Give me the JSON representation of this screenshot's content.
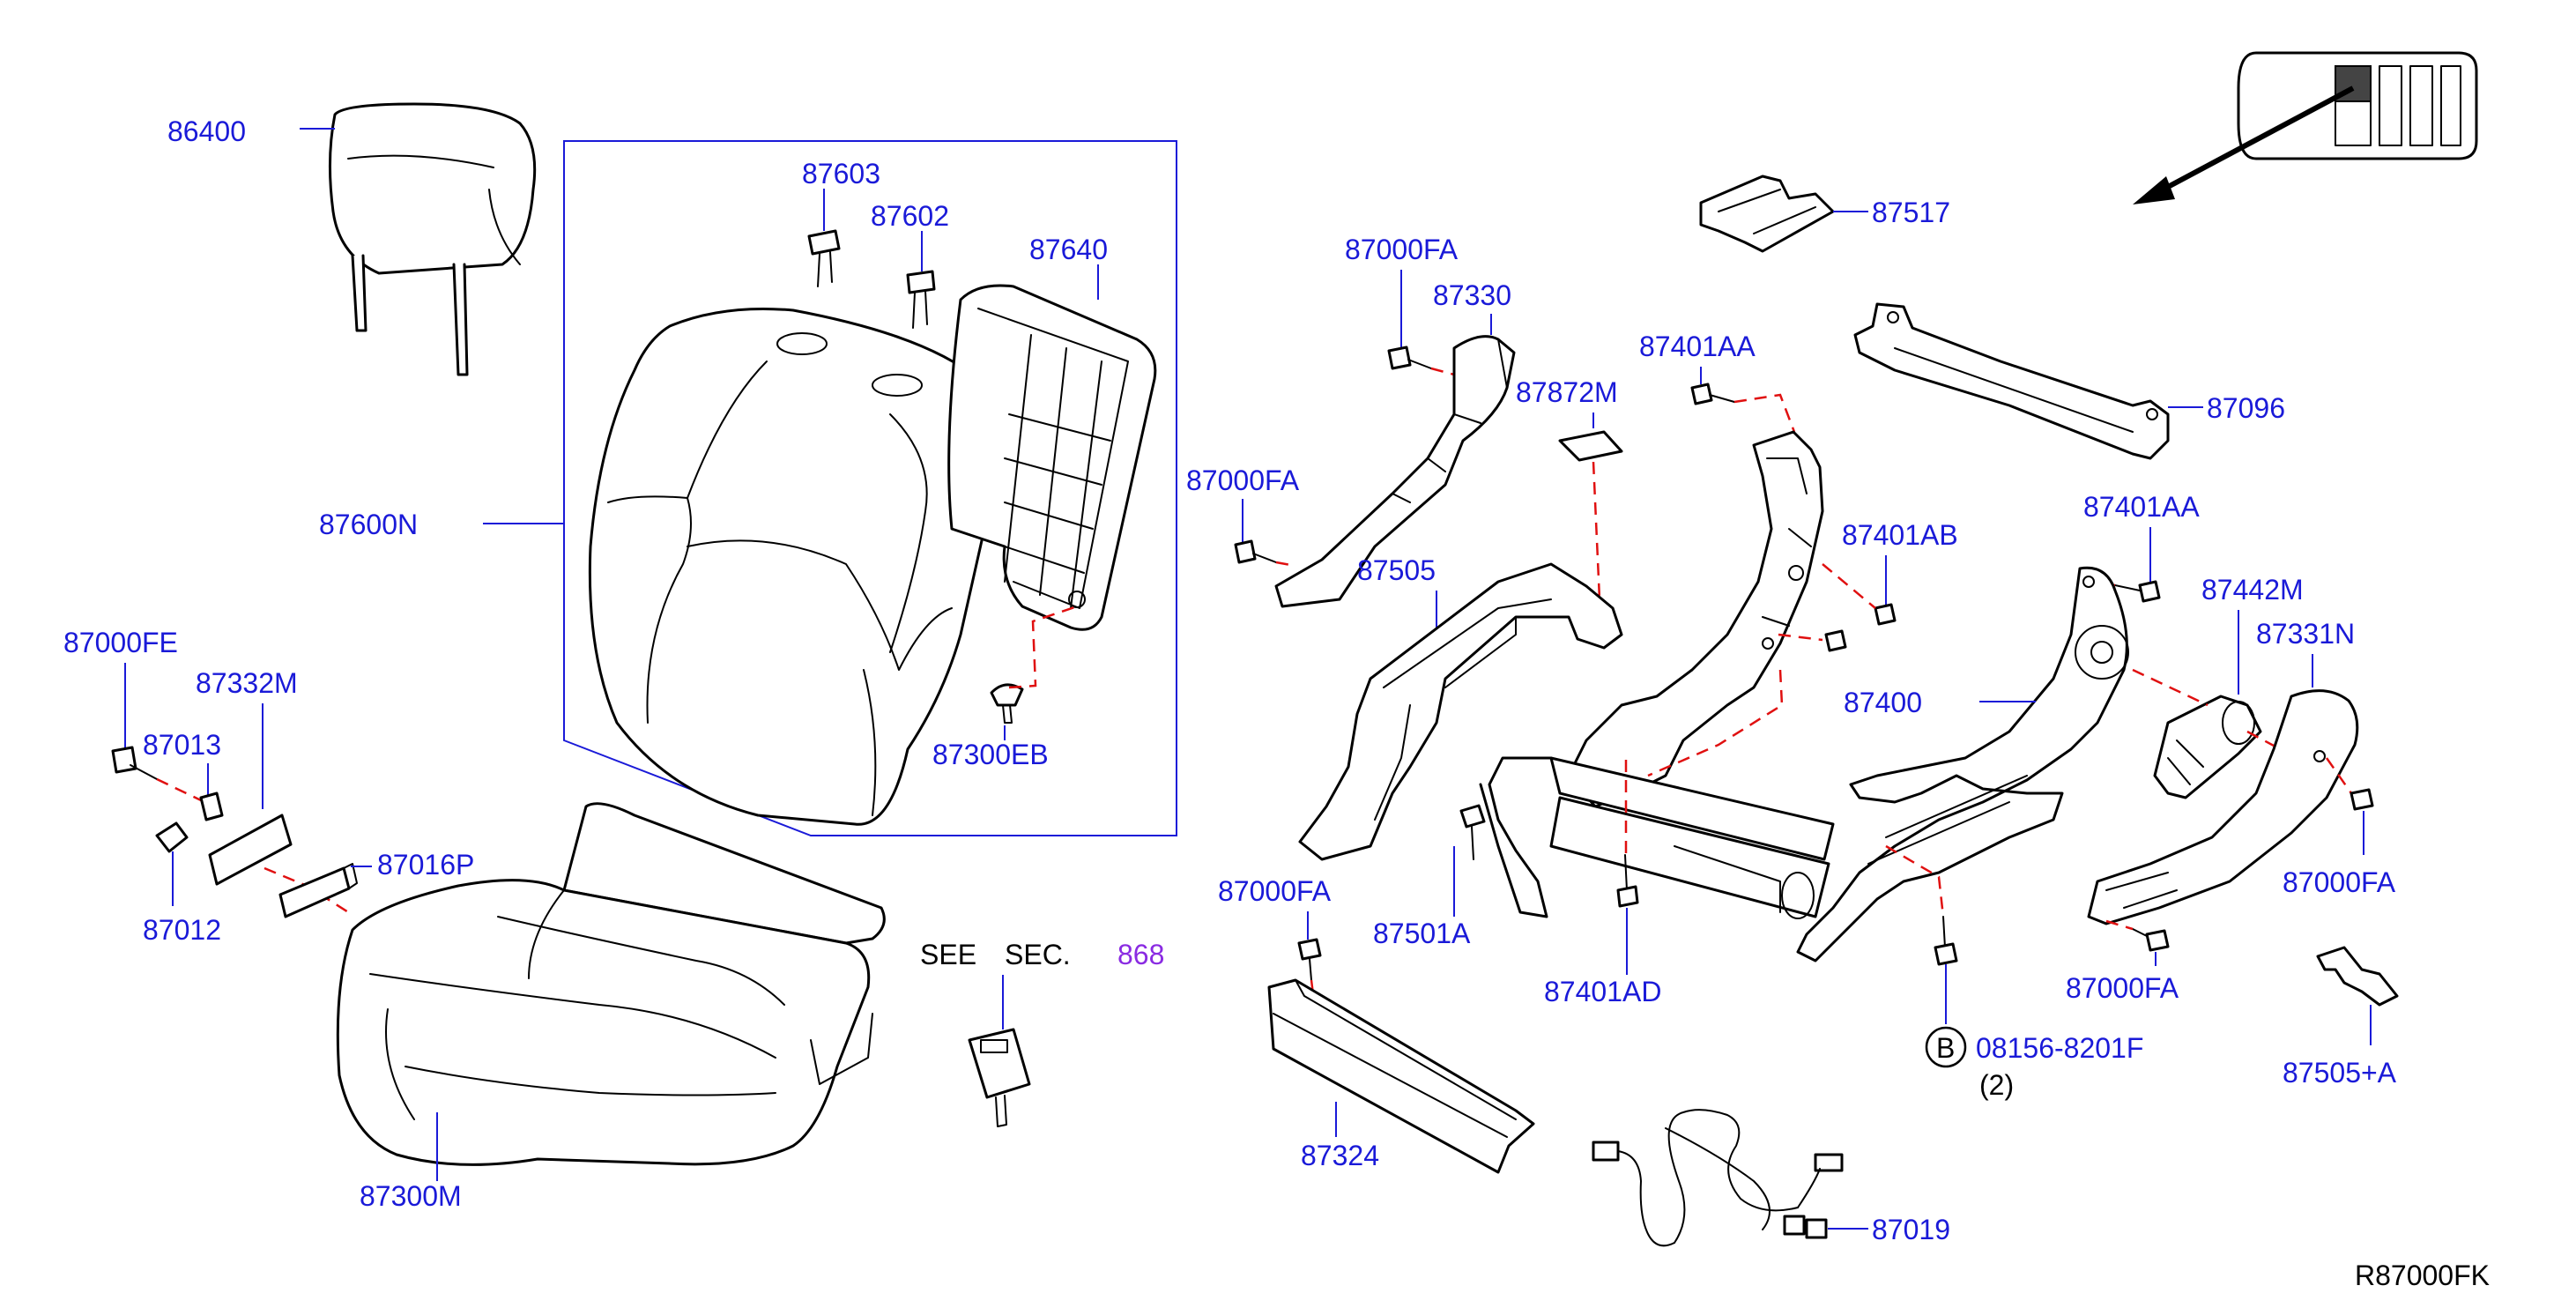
{
  "diagram": {
    "labels": {
      "p86400": "86400",
      "p87603": "87603",
      "p87602": "87602",
      "p87640": "87640",
      "p87600N": "87600N",
      "p87300EB": "87300EB",
      "p87000FE": "87000FE",
      "p87332M": "87332M",
      "p87013": "87013",
      "p87016P": "87016P",
      "p87012": "87012",
      "p87300M": "87300M",
      "see": "SEE",
      "sec": "SEC.",
      "sec_num": "868",
      "p87000FA_a": "87000FA",
      "p87330": "87330",
      "p87000FA_b": "87000FA",
      "p87505": "87505",
      "p87872M": "87872M",
      "p87401AA_a": "87401AA",
      "p87401AB": "87401AB",
      "p87517": "87517",
      "p87096": "87096",
      "p87401AA_b": "87401AA",
      "p87442M": "87442M",
      "p87331N": "87331N",
      "p87400": "87400",
      "p87000FA_c": "87000FA",
      "p87000FA_d": "87000FA",
      "p87501A": "87501A",
      "p87401AD": "87401AD",
      "p87000FA_e": "87000FA",
      "p08156": "08156-8201F",
      "p08156_qty": "(2)",
      "bolt_marker": "B",
      "p87324": "87324",
      "p87505A": "87505+A",
      "p87019": "87019",
      "drawing_id": "R87000FK"
    },
    "colors": {
      "label": "#1a1ad8",
      "reference": "#8a2be2",
      "alignment_dash": "#e01010",
      "linework": "#000000"
    }
  }
}
